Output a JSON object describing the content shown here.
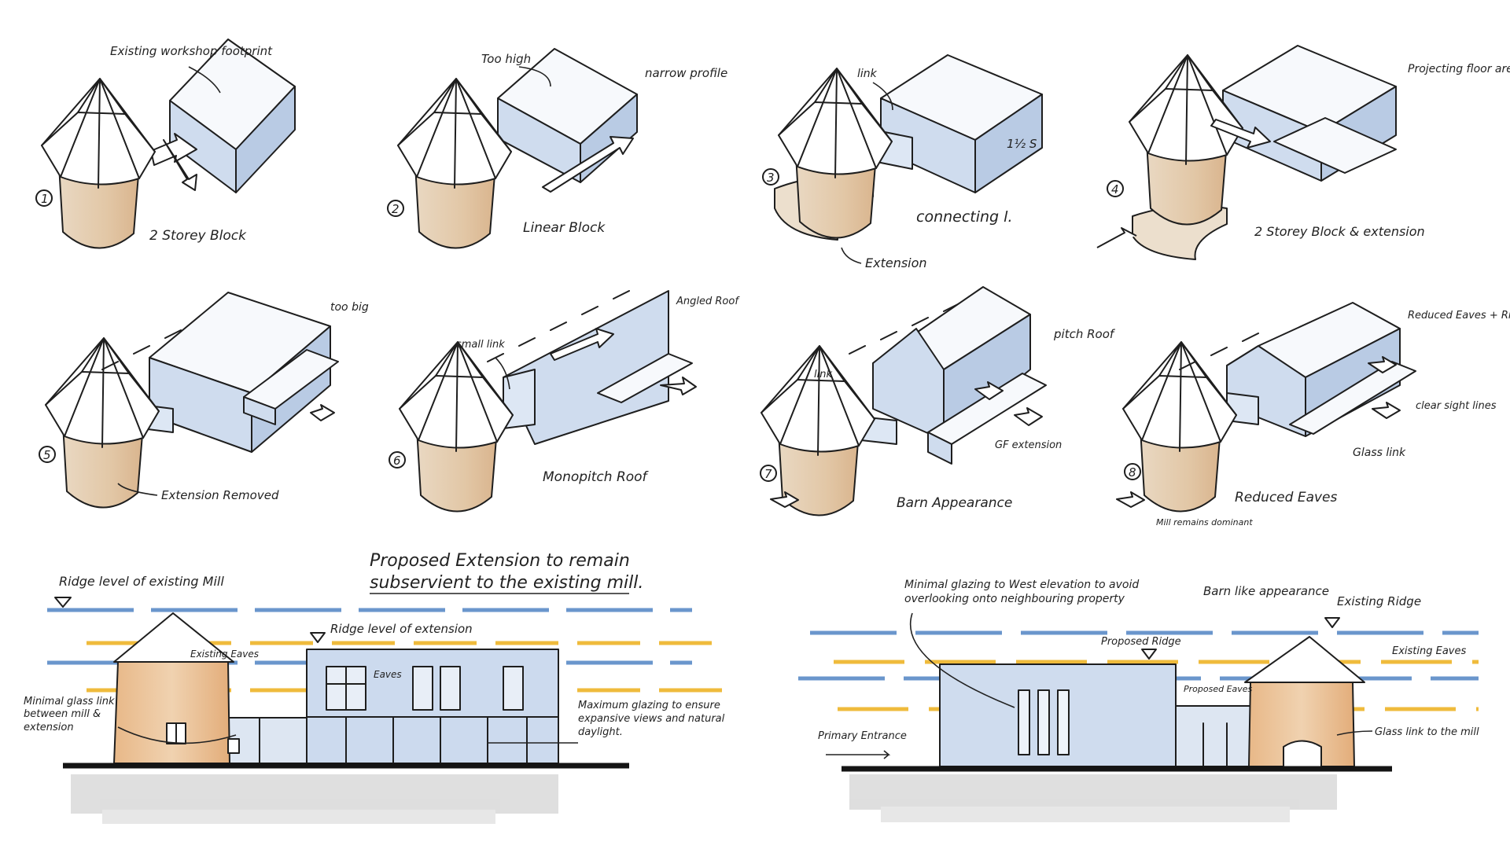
{
  "colors": {
    "block_face": "#cfdcee",
    "block_top": "#f7f9fc",
    "block_side": "#b9cbe4",
    "mill_body": "#e4cfb3",
    "mill_body_dark": "#d9a877",
    "roof": "#ffffff",
    "ridge_blue": "#6a96cc",
    "ridge_yellow": "#efbb3c",
    "ground": "#141414",
    "shadow": "#bdbdbd",
    "ink": "#1e1e1e"
  },
  "sketches": [
    {
      "number": "1",
      "labels": [
        "Existing workshop footprint",
        "2 Storey Block"
      ]
    },
    {
      "number": "2",
      "labels": [
        "Too high",
        "narrow profile",
        "Linear Block"
      ]
    },
    {
      "number": "3",
      "labels": [
        "link",
        "1½ S",
        "connecting l.",
        "Extension"
      ]
    },
    {
      "number": "4",
      "labels": [
        "Projecting floor area",
        "2 Storey Block & extension"
      ]
    },
    {
      "number": "5",
      "labels": [
        "too big",
        "Extension Removed"
      ]
    },
    {
      "number": "6",
      "labels": [
        "Angled Roof",
        "small link",
        "Monopitch Roof"
      ]
    },
    {
      "number": "7",
      "labels": [
        "link",
        "pitch Roof",
        "GF extension",
        "Barn Appearance"
      ]
    },
    {
      "number": "8",
      "labels": [
        "Reduced Eaves + Ridge",
        "clear sight lines",
        "Glass link",
        "Reduced Eaves",
        "Mill remains dominant"
      ]
    }
  ],
  "south_elevation": {
    "title_line1": "Proposed Extension to remain",
    "title_line2": "subservient to the existing mill.",
    "ridge_mill": "Ridge level of existing Mill",
    "ridge_extension": "Ridge level of extension",
    "eaves_mill": "Existing Eaves",
    "eaves_extension": "Eaves",
    "glass_link": "Minimal glass link between mill & extension",
    "glazing": "Maximum glazing to ensure expansive views and natural daylight."
  },
  "west_elevation": {
    "glazing_note": "Minimal glazing to West elevation to avoid overlooking onto neighbouring property",
    "barn_note": "Barn like appearance",
    "existing_ridge": "Existing Ridge",
    "proposed_ridge": "Proposed Ridge",
    "proposed_eaves": "Proposed Eaves",
    "existing_eaves": "Existing Eaves",
    "primary_entrance": "Primary Entrance",
    "glass_link": "Glass link to the mill"
  }
}
